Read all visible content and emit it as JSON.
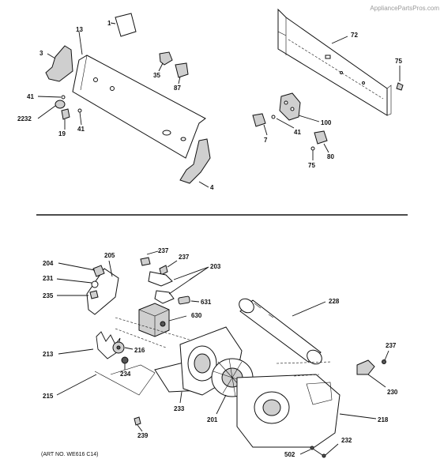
{
  "watermark": "AppliancePartsPros.com",
  "art_number": "(ART NO. WE616 C14)",
  "callouts": {
    "c1": "1",
    "c13": "13",
    "c3": "3",
    "c41a": "41",
    "c2232": "2232",
    "c19": "19",
    "c41b": "41",
    "c35": "35",
    "c87": "87",
    "c4": "4",
    "c72": "72",
    "c75a": "75",
    "c100": "100",
    "c7": "7",
    "c41c": "41",
    "c75b": "75",
    "c80": "80",
    "c204": "204",
    "c205": "205",
    "c231": "231",
    "c235": "235",
    "c237a": "237",
    "c237b": "237",
    "c203": "203",
    "c631": "631",
    "c630": "630",
    "c228": "228",
    "c213": "213",
    "c216": "216",
    "c234": "234",
    "c215": "215",
    "c233": "233",
    "c201": "201",
    "c239": "239",
    "c237c": "237",
    "c230": "230",
    "c218": "218",
    "c232": "232",
    "c502": "502"
  }
}
